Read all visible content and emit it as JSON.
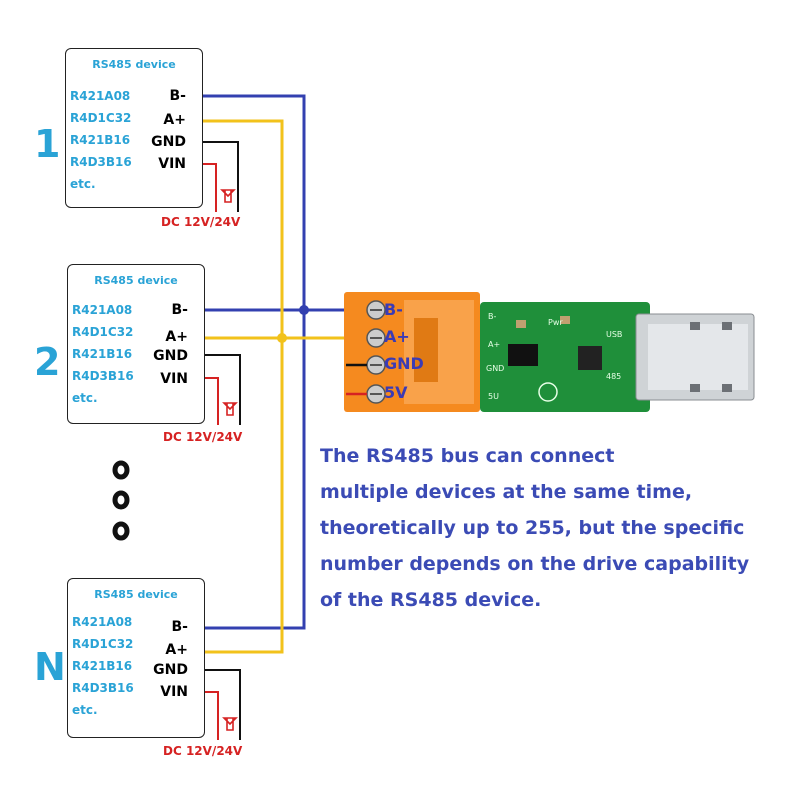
{
  "devices": [
    {
      "number": "1",
      "title": "RS485 device",
      "models": [
        "R421A08",
        "R4D1C32",
        "R421B16",
        "R4D3B16",
        "etc."
      ],
      "terminals": [
        "B-",
        "A+",
        "GND",
        "VIN"
      ],
      "power": "DC 12V/24V"
    },
    {
      "number": "2",
      "title": "RS485 device",
      "models": [
        "R421A08",
        "R4D1C32",
        "R421B16",
        "R4D3B16",
        "etc."
      ],
      "terminals": [
        "B-",
        "A+",
        "GND",
        "VIN"
      ],
      "power": "DC 12V/24V"
    },
    {
      "number": "N",
      "title": "RS485 device",
      "models": [
        "R421A08",
        "R4D1C32",
        "R421B16",
        "R4D3B16",
        "etc."
      ],
      "terminals": [
        "B-",
        "A+",
        "GND",
        "VIN"
      ],
      "power": "DC 12V/24V"
    }
  ],
  "terminal_block": {
    "labels": [
      "B-",
      "A+",
      "GND",
      "5V"
    ]
  },
  "pcb_silk": [
    "B-",
    "A+",
    "GND",
    "5U",
    "Pwr",
    "USB",
    "485"
  ],
  "bus_text": [
    "The RS485 bus can connect",
    "multiple devices at the same time,",
    "theoretically up to 255, but the specific",
    "number depends on the drive capability",
    "of the RS485 device."
  ],
  "colors": {
    "bus_b": "#3340b0",
    "bus_a": "#f2c21b",
    "gnd": "#111111",
    "vin": "#d62222",
    "accent": "#2aa3d6"
  }
}
